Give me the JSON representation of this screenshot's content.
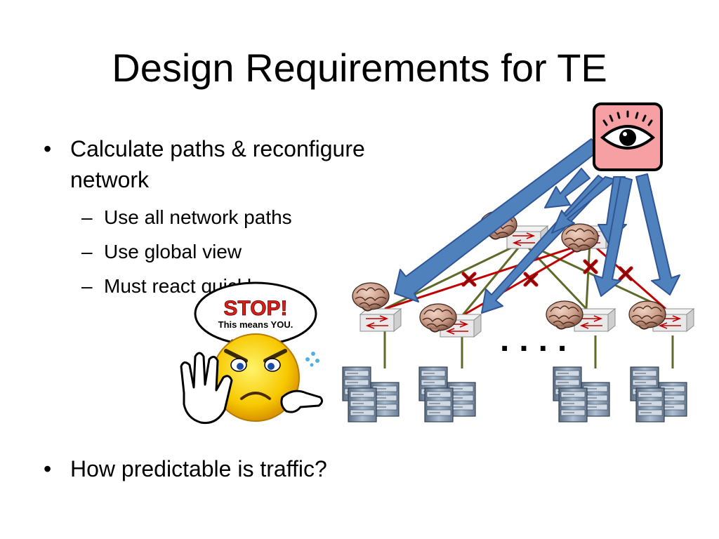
{
  "slide": {
    "title": "Design Requirements for TE",
    "bullets": [
      {
        "text": "Calculate paths & reconfigure network",
        "line1": "Calculate paths & reconfigure",
        "line2": "network"
      },
      {
        "text": "How predictable is traffic?"
      }
    ],
    "sub_bullets": [
      "Use all network paths",
      "Use global view",
      "Must react quickly"
    ],
    "bullet_symbol": "•",
    "dash_symbol": "–"
  },
  "stop_sign": {
    "headline": "STOP!",
    "subline": "This means YOU.",
    "headline_color": "#d6201b"
  },
  "diagram": {
    "ellipsis": "....",
    "controller_icon": "eye-icon",
    "colors": {
      "arrow": "#4f81bd",
      "controller_bg": "#f6a0a4",
      "active_link": "#c00000",
      "idle_link": "#5d6b2a",
      "failure_mark": "#c00000"
    }
  }
}
